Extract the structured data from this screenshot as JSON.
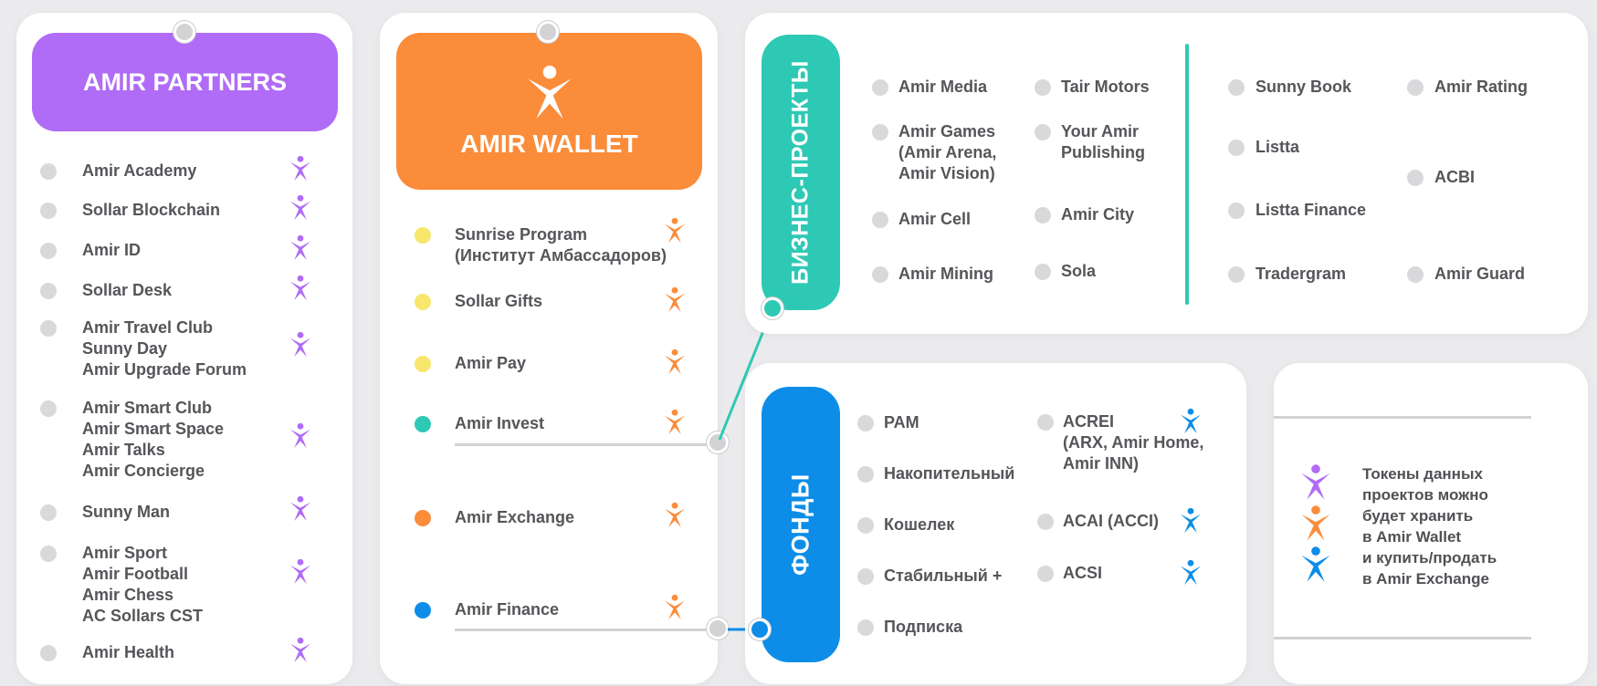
{
  "colors": {
    "purple": "#b06cf6",
    "orange": "#fb8c3a",
    "teal": "#2ec9b5",
    "blue": "#0d8de8",
    "yellow": "#f8e66d"
  },
  "icons": {
    "person": "person-star-icon"
  },
  "partners": {
    "title": "AMIR PARTNERS",
    "items": [
      "Amir Academy",
      "Sollar Blockchain",
      "Amir ID",
      "Sollar Desk",
      "Amir Travel Club\nSunny Day\nAmir Upgrade Forum",
      "Amir Smart Club\nAmir Smart Space\nAmir Talks\nAmir Concierge",
      "Sunny Man",
      "Amir Sport\nAmir Football\nAmir Chess\nAC Sollars CST",
      "Amir Health"
    ]
  },
  "wallet": {
    "title": "AMIR WALLET",
    "items": [
      "Sunrise Program\n(Институт Амбассадоров)",
      "Sollar Gifts",
      "Amir Pay",
      "Amir Invest",
      "Amir Exchange",
      "Amir Finance"
    ]
  },
  "business": {
    "title": "БИЗНЕС-ПРОЕКТЫ",
    "col1": [
      "Amir Media",
      "Amir Games\n(Amir Arena,\nAmir Vision)",
      "Amir Cell",
      "Amir Mining"
    ],
    "col2": [
      "Tair Motors",
      "Your Amir\nPublishing",
      "Amir City",
      "Sola"
    ],
    "col3": [
      "Sunny Book",
      "Listta",
      "Listta Finance",
      "Tradergram"
    ],
    "col4": [
      "Amir Rating",
      "ACBI",
      "Amir Guard"
    ]
  },
  "funds": {
    "title": "ФОНДЫ",
    "col1": [
      "PAM",
      "Накопительный",
      "Кошелек",
      "Стабильный +",
      "Подписка"
    ],
    "col2": [
      "ACREI\n(ARX, Amir Home,\nAmir INN)",
      "ACAI (ACCI)",
      "ACSI"
    ]
  },
  "legend": {
    "text": "Токены данных\nпроектов можно\nбудет хранить\nв Amir Wallet\nи купить/продать\nв Amir Exchange"
  }
}
